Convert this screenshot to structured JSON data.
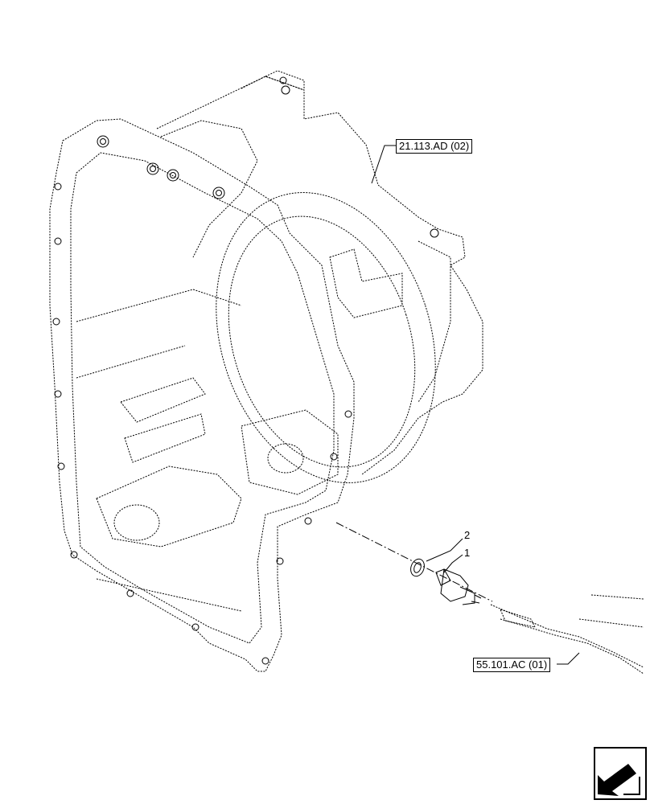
{
  "references": {
    "top_ref": "21.113.AD (02)",
    "bottom_ref": "55.101.AC (01)"
  },
  "callouts": {
    "item_1": "1",
    "item_2": "2"
  },
  "icons": {
    "nav": "next-page-arrow-icon"
  },
  "colors": {
    "line": "#000000",
    "background": "#ffffff"
  }
}
